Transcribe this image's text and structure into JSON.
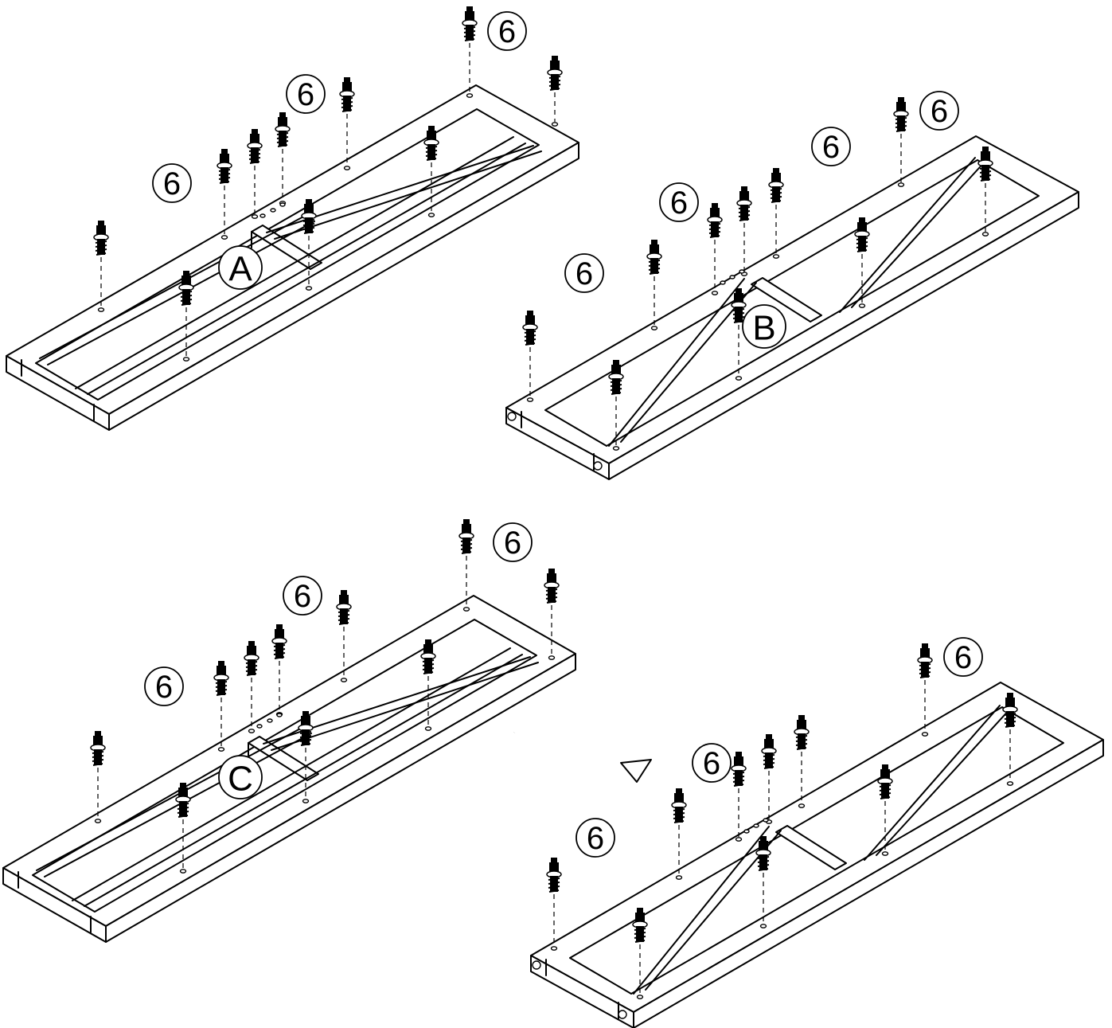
{
  "diagram": {
    "part_labels": [
      "A",
      "B",
      "C"
    ],
    "fastener_callout": "6",
    "panels": [
      {
        "id": "frame-A",
        "label": "A",
        "callouts": [
          "6",
          "6",
          "6"
        ]
      },
      {
        "id": "frame-B",
        "label": "B",
        "callouts": [
          "6",
          "6",
          "6",
          "6"
        ]
      },
      {
        "id": "frame-C",
        "label": "C",
        "callouts": [
          "6",
          "6",
          "6"
        ]
      },
      {
        "id": "frame-C-flipped",
        "label": "",
        "callouts": [
          "6",
          "6",
          "6"
        ]
      }
    ],
    "colors": {
      "line": "#000000",
      "fill": "#ffffff"
    },
    "icons": {
      "fastener": "cam-bolt-icon",
      "flip": "curved-arrow-icon"
    }
  }
}
